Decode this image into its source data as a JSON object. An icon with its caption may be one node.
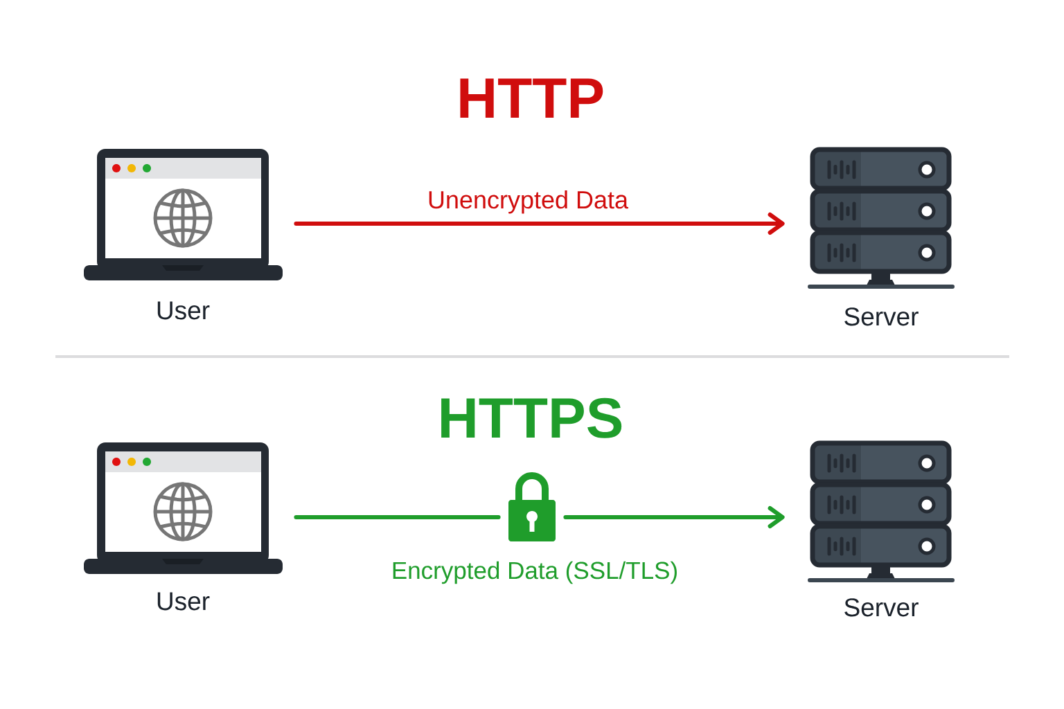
{
  "diagram": {
    "nodes": [
      {
        "text": [
          "User"
        ]
      },
      {
        "text": [
          "Server"
        ]
      },
      {
        "text": [
          "User"
        ]
      },
      {
        "text": [
          "Encrypted Data (SSL/TLS)"
        ]
      },
      {
        "text": [
          "Server"
        ]
      }
    ],
    "edges": [
      {
        "from": 0,
        "to": 1,
        "arrow": "to",
        "label": "Unencrypted Data",
        "color": "#d00d0d"
      },
      {
        "from": 2,
        "to": 3,
        "arrow": "none",
        "color": "#1f9d2b"
      },
      {
        "from": 3,
        "to": 4,
        "arrow": "to",
        "color": "#1f9d2b"
      }
    ],
    "labels": [
      "HTTP",
      "HTTPS"
    ]
  }
}
